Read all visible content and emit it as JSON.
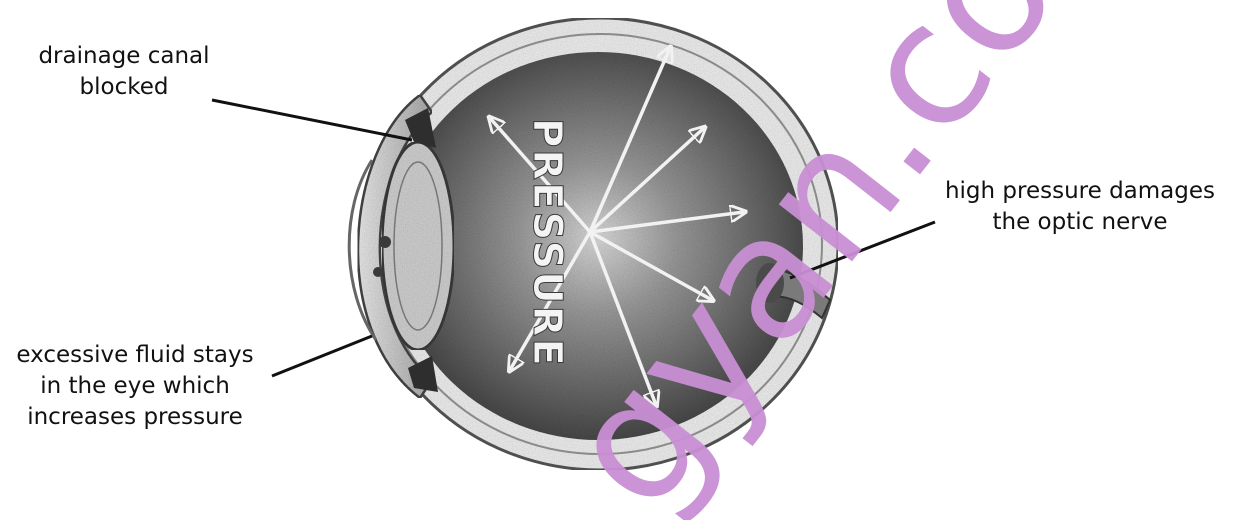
{
  "labels": {
    "drainage": [
      "drainage canal",
      "blocked"
    ],
    "optic": [
      "high pressure damages",
      "the optic nerve"
    ],
    "fluid": [
      "excessive fluid stays",
      "in the eye which",
      "increases pressure"
    ]
  },
  "pressure_word": "PRESSURE",
  "watermark": {
    "text": "gyan.com",
    "color": "#c98fd4"
  },
  "colors": {
    "ink": "#111111",
    "globe": "#6a6a6a",
    "globe_light": "#b5b5b5",
    "arrow": "#f2f2f2"
  }
}
